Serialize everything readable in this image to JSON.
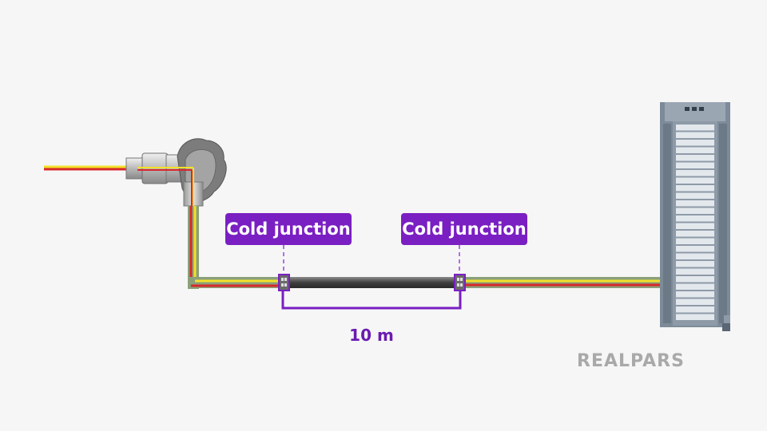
{
  "junction_labels": [
    "Cold junction",
    "Cold junction"
  ],
  "distance": "10 m",
  "brand": "REALPARS",
  "colors": {
    "accent": "#7a1fc2",
    "wire_red": "#d8282a",
    "wire_yellow": "#f2e12a",
    "wire_green": "#8aa07a",
    "extension_cable": "#4a4a4a",
    "plc_body": "#8996a5"
  }
}
